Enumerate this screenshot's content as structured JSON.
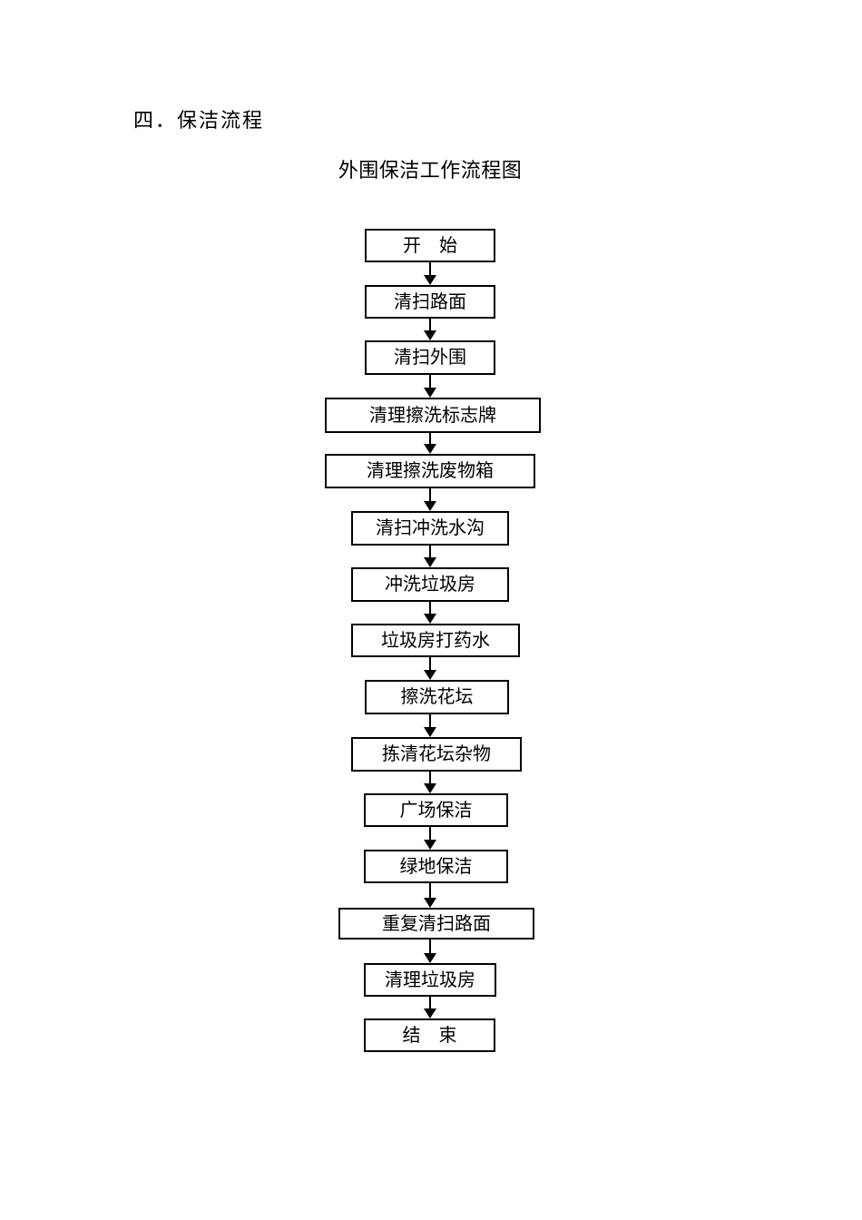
{
  "document": {
    "section_heading": "四．保洁流程",
    "chart_title": "外围保洁工作流程图"
  },
  "flowchart": {
    "type": "flowchart",
    "direction": "top-down",
    "connector": "solid-arrow-down",
    "steps": [
      {
        "id": "start",
        "label": "开　始"
      },
      {
        "id": "sweep-road",
        "label": "清扫路面"
      },
      {
        "id": "sweep-periphery",
        "label": "清扫外围"
      },
      {
        "id": "clean-signs",
        "label": "清理擦洗标志牌"
      },
      {
        "id": "clean-waste-bins",
        "label": "清理擦洗废物箱"
      },
      {
        "id": "sweep-flush-ditch",
        "label": "清扫冲洗水沟"
      },
      {
        "id": "flush-garbage-room",
        "label": "冲洗垃圾房"
      },
      {
        "id": "disinfect-garbage-room",
        "label": "垃圾房打药水"
      },
      {
        "id": "scrub-flowerbed",
        "label": "擦洗花坛"
      },
      {
        "id": "pick-flowerbed-debris",
        "label": "拣清花坛杂物"
      },
      {
        "id": "plaza-cleaning",
        "label": "广场保洁"
      },
      {
        "id": "green-area-cleaning",
        "label": "绿地保洁"
      },
      {
        "id": "repeat-sweep-road",
        "label": "重复清扫路面"
      },
      {
        "id": "clean-garbage-room",
        "label": "清理垃圾房"
      },
      {
        "id": "end",
        "label": "结　束"
      }
    ]
  },
  "colors": {
    "background": "#ffffff",
    "border": "#000000",
    "text": "#000000"
  }
}
